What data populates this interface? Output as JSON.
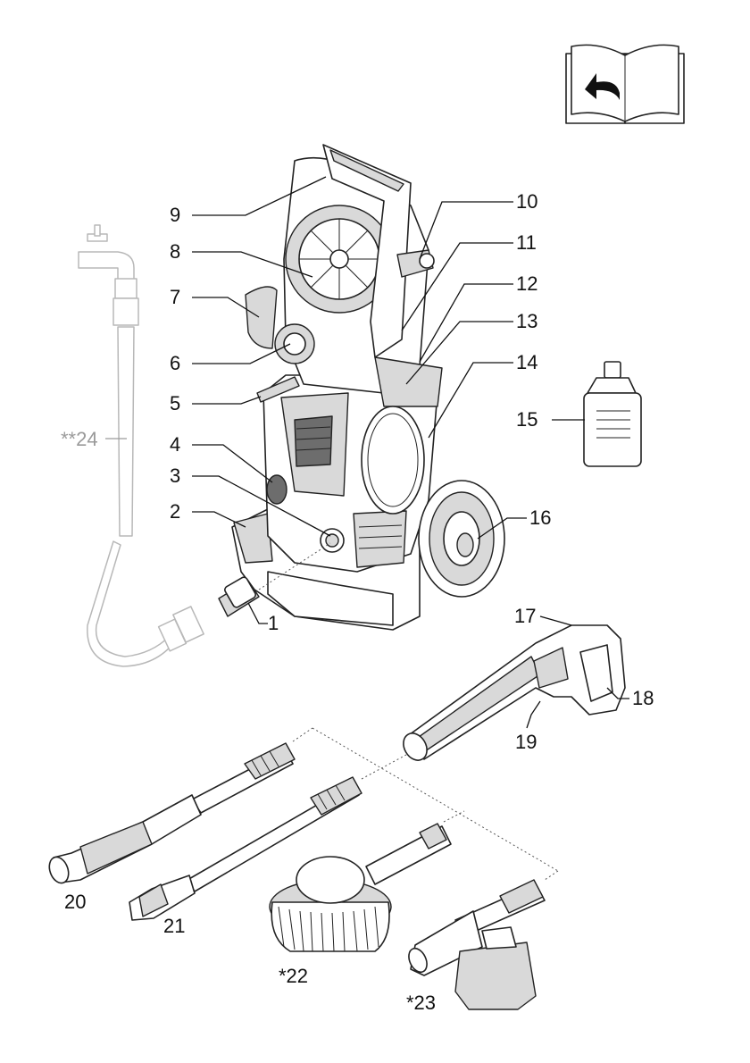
{
  "labels": {
    "l1": "1",
    "l2": "2",
    "l3": "3",
    "l4": "4",
    "l5": "5",
    "l6": "6",
    "l7": "7",
    "l8": "8",
    "l9": "9",
    "l10": "10",
    "l11": "11",
    "l12": "12",
    "l13": "13",
    "l14": "14",
    "l15": "15",
    "l16": "16",
    "l17": "17",
    "l18": "18",
    "l19": "19",
    "l20": "20",
    "l21": "21",
    "l22": "*22",
    "l23": "*23",
    "l24": "**24"
  },
  "colors": {
    "line": "#111111",
    "optional": "#9a9a9a",
    "fill": "#d9d9d9"
  },
  "icons": {
    "manual": "open-book-arrow-icon"
  }
}
